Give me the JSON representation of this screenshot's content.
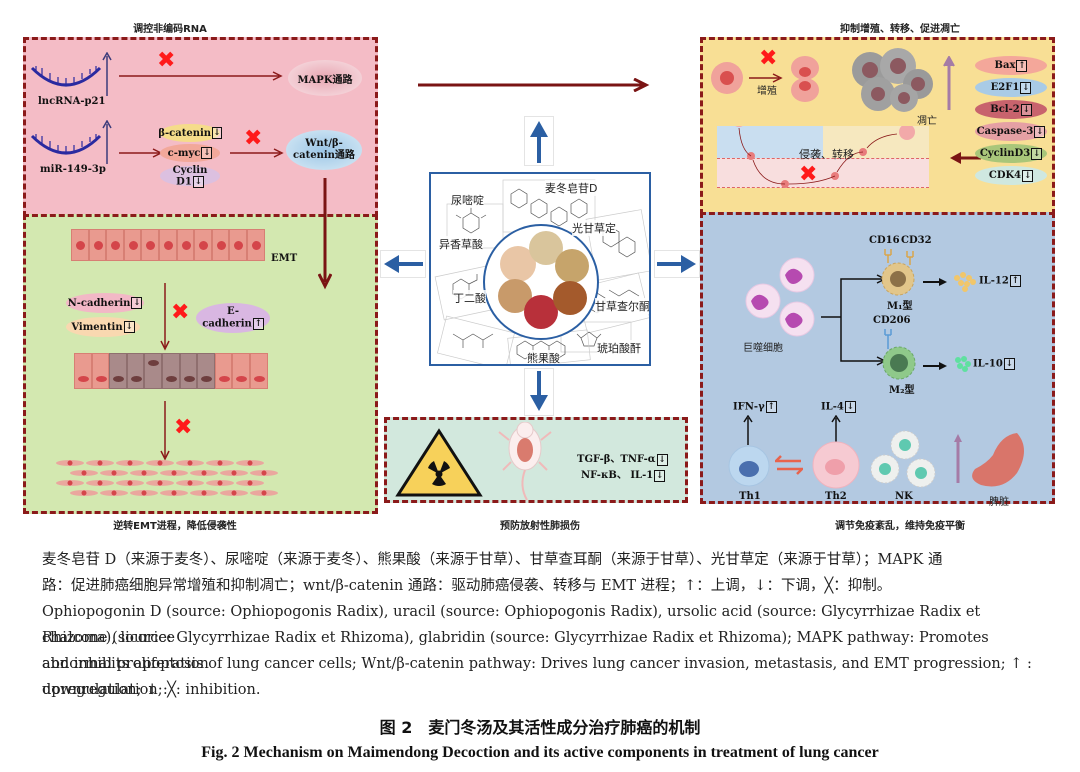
{
  "panels": {
    "ncrna": {
      "title": "调控非编码RNA",
      "lncrna_label": "lncRNA-p21",
      "mirna_label": "miR-149-3p",
      "mapk_label": "MAPK通路",
      "beta_catenin": "β-catenin",
      "cmyc": "c-myc",
      "cyclin_line1": "Cyclin",
      "cyclin_line2": "D1",
      "wnt_line1": "Wnt/β-",
      "wnt_line2": "catenin通路",
      "down": "↓",
      "up": "↑",
      "inhibit": "✖"
    },
    "emt": {
      "title": "逆转EMT进程，降低侵袭性",
      "emt_label": "EMT",
      "ncadherin": "N-cadherin",
      "vimentin": "Vimentin",
      "ecad_line1": "E-",
      "ecad_line2": "cadherin",
      "down": "↓",
      "up": "↑",
      "inhibit": "✖"
    },
    "center": {
      "compounds": [
        "麦冬皂苷D",
        "尿嘧啶",
        "光甘草定",
        "异香草酸",
        "丁二酸",
        "甘草查尔酮",
        "琥珀酸酐",
        "熊果酸"
      ]
    },
    "radiation": {
      "title": "预防放射性肺损伤",
      "line1": "TGF-β、TNF-α",
      "line2": "NF-κB、 IL-1",
      "down": "↓"
    },
    "apoptosis": {
      "title": "抑制增殖、转移、促进凋亡",
      "proliferation": "增殖",
      "apoptosis_label": "凋亡",
      "invasion": "侵袭、转移",
      "inhibit": "✖",
      "markers": [
        {
          "name": "Bax",
          "dir": "↑",
          "color": "#f4a79a"
        },
        {
          "name": "E2F1",
          "dir": "↓",
          "color": "#a9cbe6"
        },
        {
          "name": "Bcl-2",
          "dir": "↓",
          "color": "#c8636d"
        },
        {
          "name": "Caspase-3",
          "dir": "↓",
          "color": "#e5a0a4"
        },
        {
          "name": "CyclinD3",
          "dir": "↓",
          "color": "#a9c67a"
        },
        {
          "name": "CDK4",
          "dir": "↓",
          "color": "#cfe8e0"
        }
      ]
    },
    "immune": {
      "title": "调节免疫紊乱，维持免疫平衡",
      "cd16": "CD16",
      "cd32": "CD32",
      "m1": "M₁型",
      "il12": "IL-12",
      "cd206": "CD206",
      "m2": "M₂型",
      "il10": "IL-10",
      "macrophage": "巨噬细胞",
      "ifn": "IFN-γ",
      "il4": "IL-4",
      "th1": "Th1",
      "th2": "Th2",
      "nk": "NK",
      "spleen": "脾脏",
      "up": "↑",
      "down": "↓"
    }
  },
  "caption": {
    "cn_line1": "麦冬皂苷 D（来源于麦冬）、尿嘧啶（来源于麦冬）、熊果酸（来源于甘草）、甘草查耳酮（来源于甘草）、光甘草定（来源于甘草）；MAPK 通",
    "cn_line2": "路：促进肺癌细胞异常增殖和抑制凋亡；wnt/β-catenin 通路：驱动肺癌侵袭、转移与 EMT 进程；↑：上调，↓：下调，╳：抑制。",
    "en_line1": "Ophiopogonin D (source: Ophiopogonis Radix), uracil (source: Ophiopogonis Radix), ursolic acid (source: Glycyrrhizae Radix et Rhizoma), licorice",
    "en_line2": "chalcone (source: Glycyrrhizae Radix et Rhizoma), glabridin (source: Glycyrrhizae Radix et Rhizoma); MAPK pathway: Promotes abnormal proliferation",
    "en_line3": "and inhibits apoptosis of lung cancer cells; Wnt/β-catenin pathway: Drives lung cancer invasion, metastasis, and EMT progression;  ↑ : upregulation;  ↓ :",
    "en_line4": "downregulation; ╳: inhibition."
  },
  "figure": {
    "title_cn": "图 2　麦门冬汤及其活性成分治疗肺癌的机制",
    "title_en": "Fig. 2   Mechanism on Maimendong Decoction and its active components in treatment of lung cancer"
  },
  "colors": {
    "ncrna_bg": "#f4bcc6",
    "emt_bg": "#d3e8b0",
    "apoptosis_bg": "#f8df95",
    "immune_bg": "#b3c9e1",
    "radiation_bg": "#d2e8dd",
    "border": "#8b1a1a",
    "blue_arrow": "#2b5fa3"
  }
}
